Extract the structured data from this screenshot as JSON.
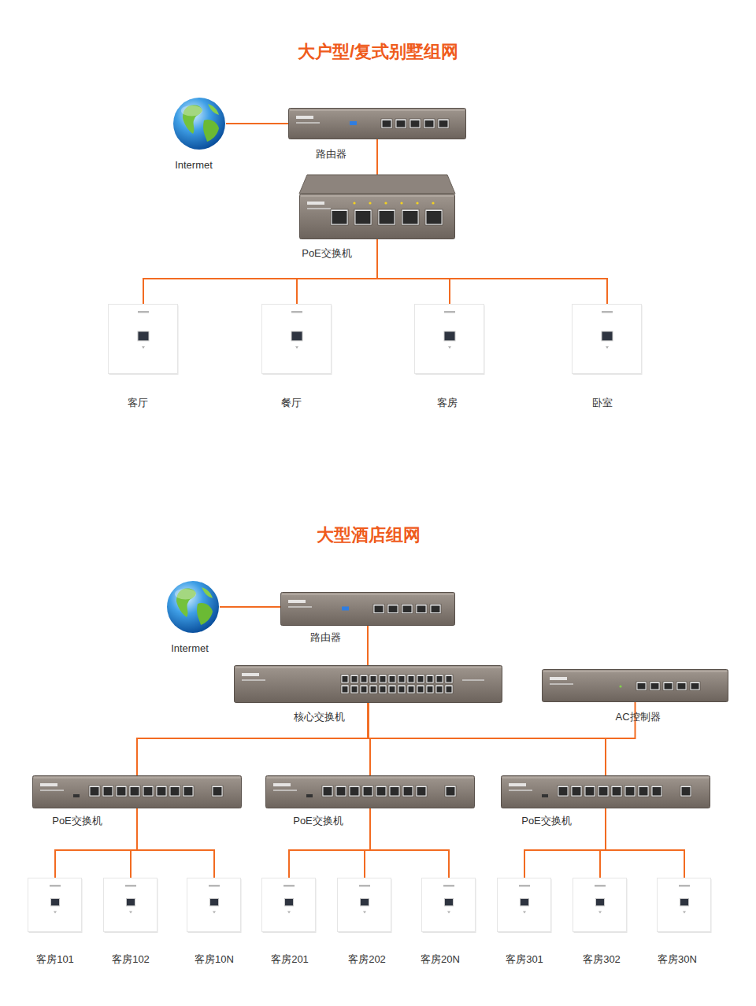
{
  "diagram": {
    "title": "大户型/复式别墅组网",
    "nodes": [
      {
        "text": [
          "Intermet"
        ]
      },
      {
        "text": [
          "路由器"
        ]
      },
      {
        "text": [
          "PoE交换机"
        ]
      },
      {
        "text": [
          "客厅"
        ]
      },
      {
        "text": [
          "餐厅"
        ]
      },
      {
        "text": [
          "客房"
        ]
      },
      {
        "text": [
          "卧室"
        ]
      },
      {
        "text": [
          "Intermet"
        ]
      },
      {
        "text": [
          "路由器"
        ]
      },
      {
        "text": [
          "核心交换机"
        ]
      },
      {
        "text": [
          "AC控制器"
        ]
      },
      {
        "text": [
          "PoE交换机"
        ]
      },
      {
        "text": [
          "PoE交换机"
        ]
      },
      {
        "text": [
          "PoE交换机"
        ]
      },
      {
        "text": [
          "客房101"
        ]
      },
      {
        "text": [
          "客房102"
        ]
      },
      {
        "text": [
          "客房10N"
        ]
      },
      {
        "text": [
          "客房201"
        ]
      },
      {
        "text": [
          "客房202"
        ]
      },
      {
        "text": [
          "客房20N"
        ]
      },
      {
        "text": [
          "客房301"
        ]
      },
      {
        "text": [
          "客房302"
        ]
      },
      {
        "text": [
          "客房30N"
        ]
      }
    ],
    "edges": [
      {
        "from": 0,
        "to": 1,
        "arrow": "none"
      },
      {
        "from": 1,
        "to": 2,
        "arrow": "none"
      },
      {
        "from": 2,
        "to": 3,
        "arrow": "none"
      },
      {
        "from": 2,
        "to": 4,
        "arrow": "none"
      },
      {
        "from": 2,
        "to": 5,
        "arrow": "none"
      },
      {
        "from": 2,
        "to": 6,
        "arrow": "none"
      },
      {
        "from": 7,
        "to": 8,
        "arrow": "none"
      },
      {
        "from": 8,
        "to": 9,
        "arrow": "none"
      },
      {
        "from": 9,
        "to": 10,
        "arrow": "none"
      },
      {
        "from": 9,
        "to": 11,
        "arrow": "none"
      },
      {
        "from": 9,
        "to": 12,
        "arrow": "none"
      },
      {
        "from": 9,
        "to": 13,
        "arrow": "none"
      },
      {
        "from": 11,
        "to": 14,
        "arrow": "none"
      },
      {
        "from": 11,
        "to": 15,
        "arrow": "none"
      },
      {
        "from": 11,
        "to": 16,
        "arrow": "none"
      },
      {
        "from": 12,
        "to": 17,
        "arrow": "none"
      },
      {
        "from": 12,
        "to": 18,
        "arrow": "none"
      },
      {
        "from": 12,
        "to": 19,
        "arrow": "none"
      },
      {
        "from": 13,
        "to": 20,
        "arrow": "none"
      },
      {
        "from": 13,
        "to": 21,
        "arrow": "none"
      },
      {
        "from": 13,
        "to": 22,
        "arrow": "none"
      }
    ],
    "labels": [
      "大型酒店组网"
    ]
  }
}
